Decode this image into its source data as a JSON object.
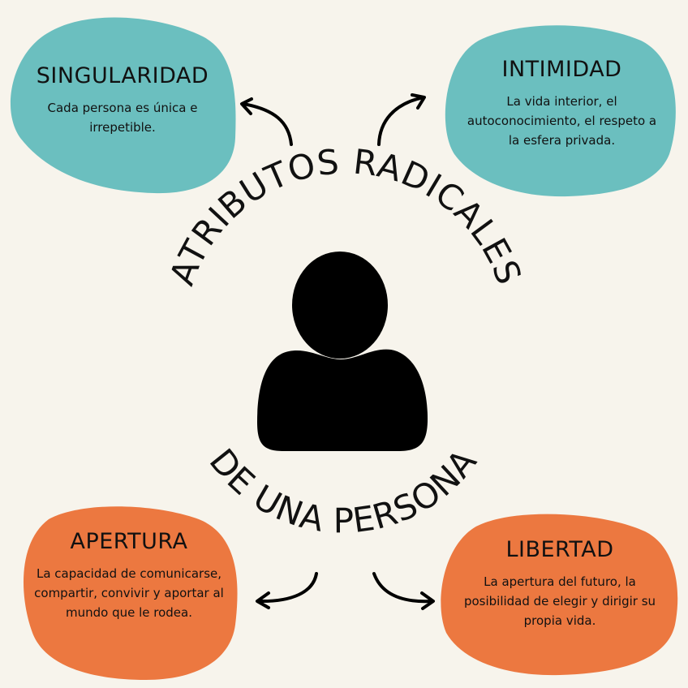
{
  "title": {
    "top_arc": "ATRIBUTOS RADICALES",
    "bottom_arc": "DE UNA PERSONA"
  },
  "colors": {
    "background": "#f7f4ec",
    "teal": "#6bbfbf",
    "orange": "#ec7840",
    "ink": "#111111"
  },
  "center_icon": "person-icon",
  "attributes": [
    {
      "title": "SINGULARIDAD",
      "description": "Cada persona es única e irrepetible.",
      "color": "teal",
      "position": "top-left"
    },
    {
      "title": "INTIMIDAD",
      "description": "La vida interior, el autoconocimiento, el respeto a la esfera privada.",
      "color": "teal",
      "position": "top-right"
    },
    {
      "title": "APERTURA",
      "description": "La capacidad de comunicarse, compartir, convivir y aportar al mundo que le rodea.",
      "color": "orange",
      "position": "bottom-left"
    },
    {
      "title": "LIBERTAD",
      "description": "La apertura del futuro, la posibilidad de elegir y dirigir su propia vida.",
      "color": "orange",
      "position": "bottom-right"
    }
  ]
}
